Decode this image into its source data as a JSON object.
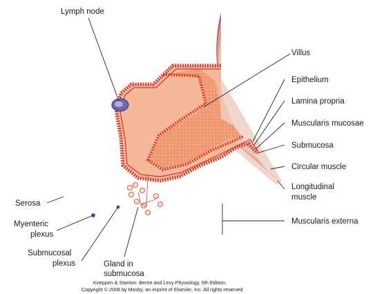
{
  "labels": {
    "lymph_node": "Lymph node",
    "villus": "Villus",
    "epithelium": "Epithelium",
    "lamina_propria": "Lamina propria",
    "muscularis_mucosae": "Muscularis mucosae",
    "submucosa": "Submucosa",
    "circular_muscle": "Circular muscle",
    "longitudinal_muscle_1": "Longitudinal",
    "longitudinal_muscle_2": "muscle",
    "muscularis_externa": "Muscularis externa",
    "serosa": "Serosa",
    "myenteric_plexus_1": "Myenteric",
    "myenteric_plexus_2": "plexus",
    "submucosal_plexus_1": "Submucosal",
    "submucosal_plexus_2": "plexus",
    "gland_1": "Gland in",
    "gland_2": "submucosa"
  },
  "caption": {
    "line1": "Koeppen & Stanton: Berne and Levy Physiology, 6th Edition.",
    "line2": "Copyright © 2008 by Mosby, an imprint of Elsevier, Inc. All rights reserved"
  },
  "colors": {
    "serosa": "#a84a5e",
    "longitudinal_muscle": "#d9a08e",
    "circular_muscle": "#f2c9b6",
    "submucosa": "#fbe0cc",
    "mucosa": "#f6b898",
    "epithelium": "#d23a2c",
    "villus_core": "#f2a47c",
    "lymph_node": "#7068b0"
  }
}
